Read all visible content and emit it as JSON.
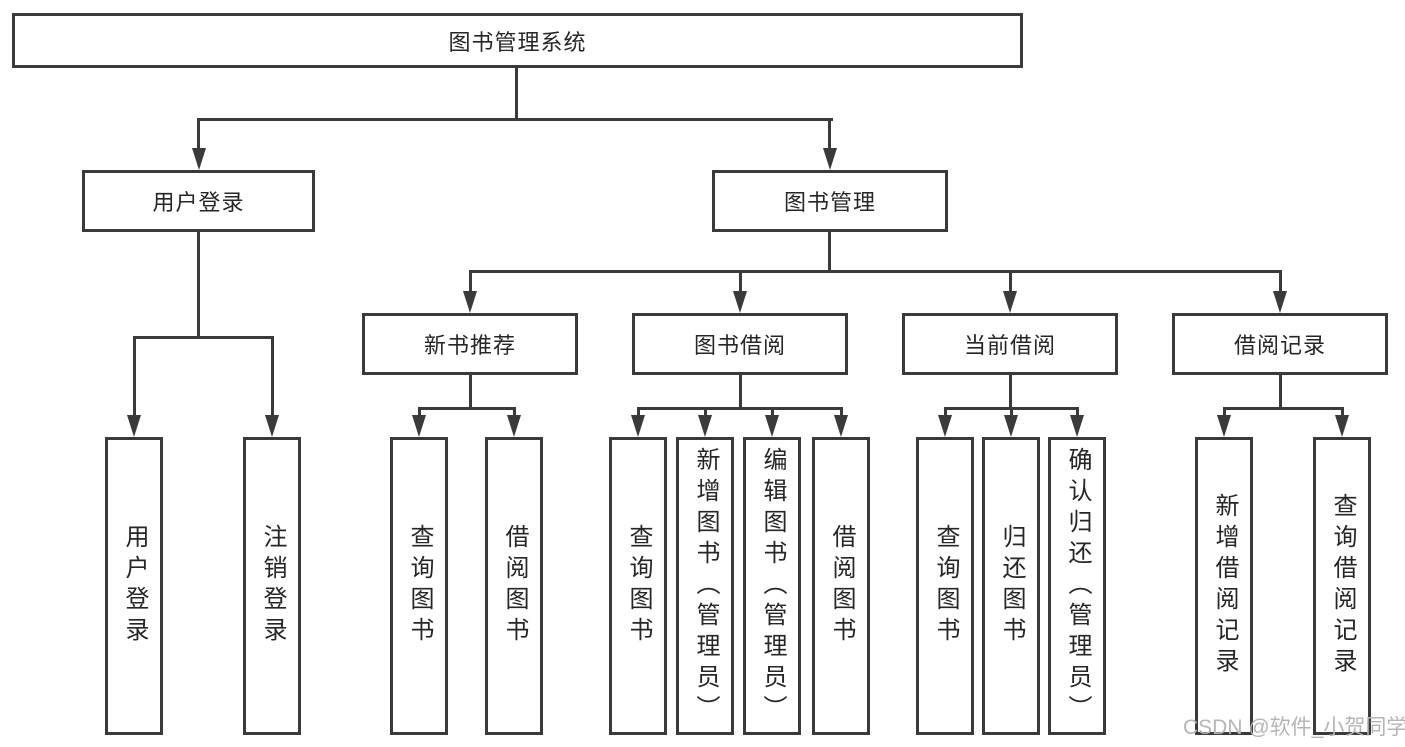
{
  "diagram": {
    "title": "图书管理系统",
    "level2": {
      "user_login": "用户登录",
      "book_mgmt": "图书管理"
    },
    "level3": {
      "new_books": "新书推荐",
      "book_borrow": "图书借阅",
      "current_borrow": "当前借阅",
      "borrow_records": "借阅记录"
    },
    "leaves": {
      "user_login": "用户登录",
      "logout": "注销登录",
      "nb_query": "查询图书",
      "nb_borrow": "借阅图书",
      "bb_query": "查询图书",
      "bb_add": "新增图书（管理员）",
      "bb_edit": "编辑图书（管理员）",
      "bb_borrow": "借阅图书",
      "cb_query": "查询图书",
      "cb_return": "归还图书",
      "cb_confirm": "确认归还（管理员）",
      "br_add": "新增借阅记录",
      "br_query": "查询借阅记录"
    },
    "watermark": "CSDN @软件_小贺同学",
    "colors": {
      "line": "#3a3a3a",
      "text": "#262626",
      "watermark": "#b5b5b5",
      "background": "#ffffff"
    }
  }
}
